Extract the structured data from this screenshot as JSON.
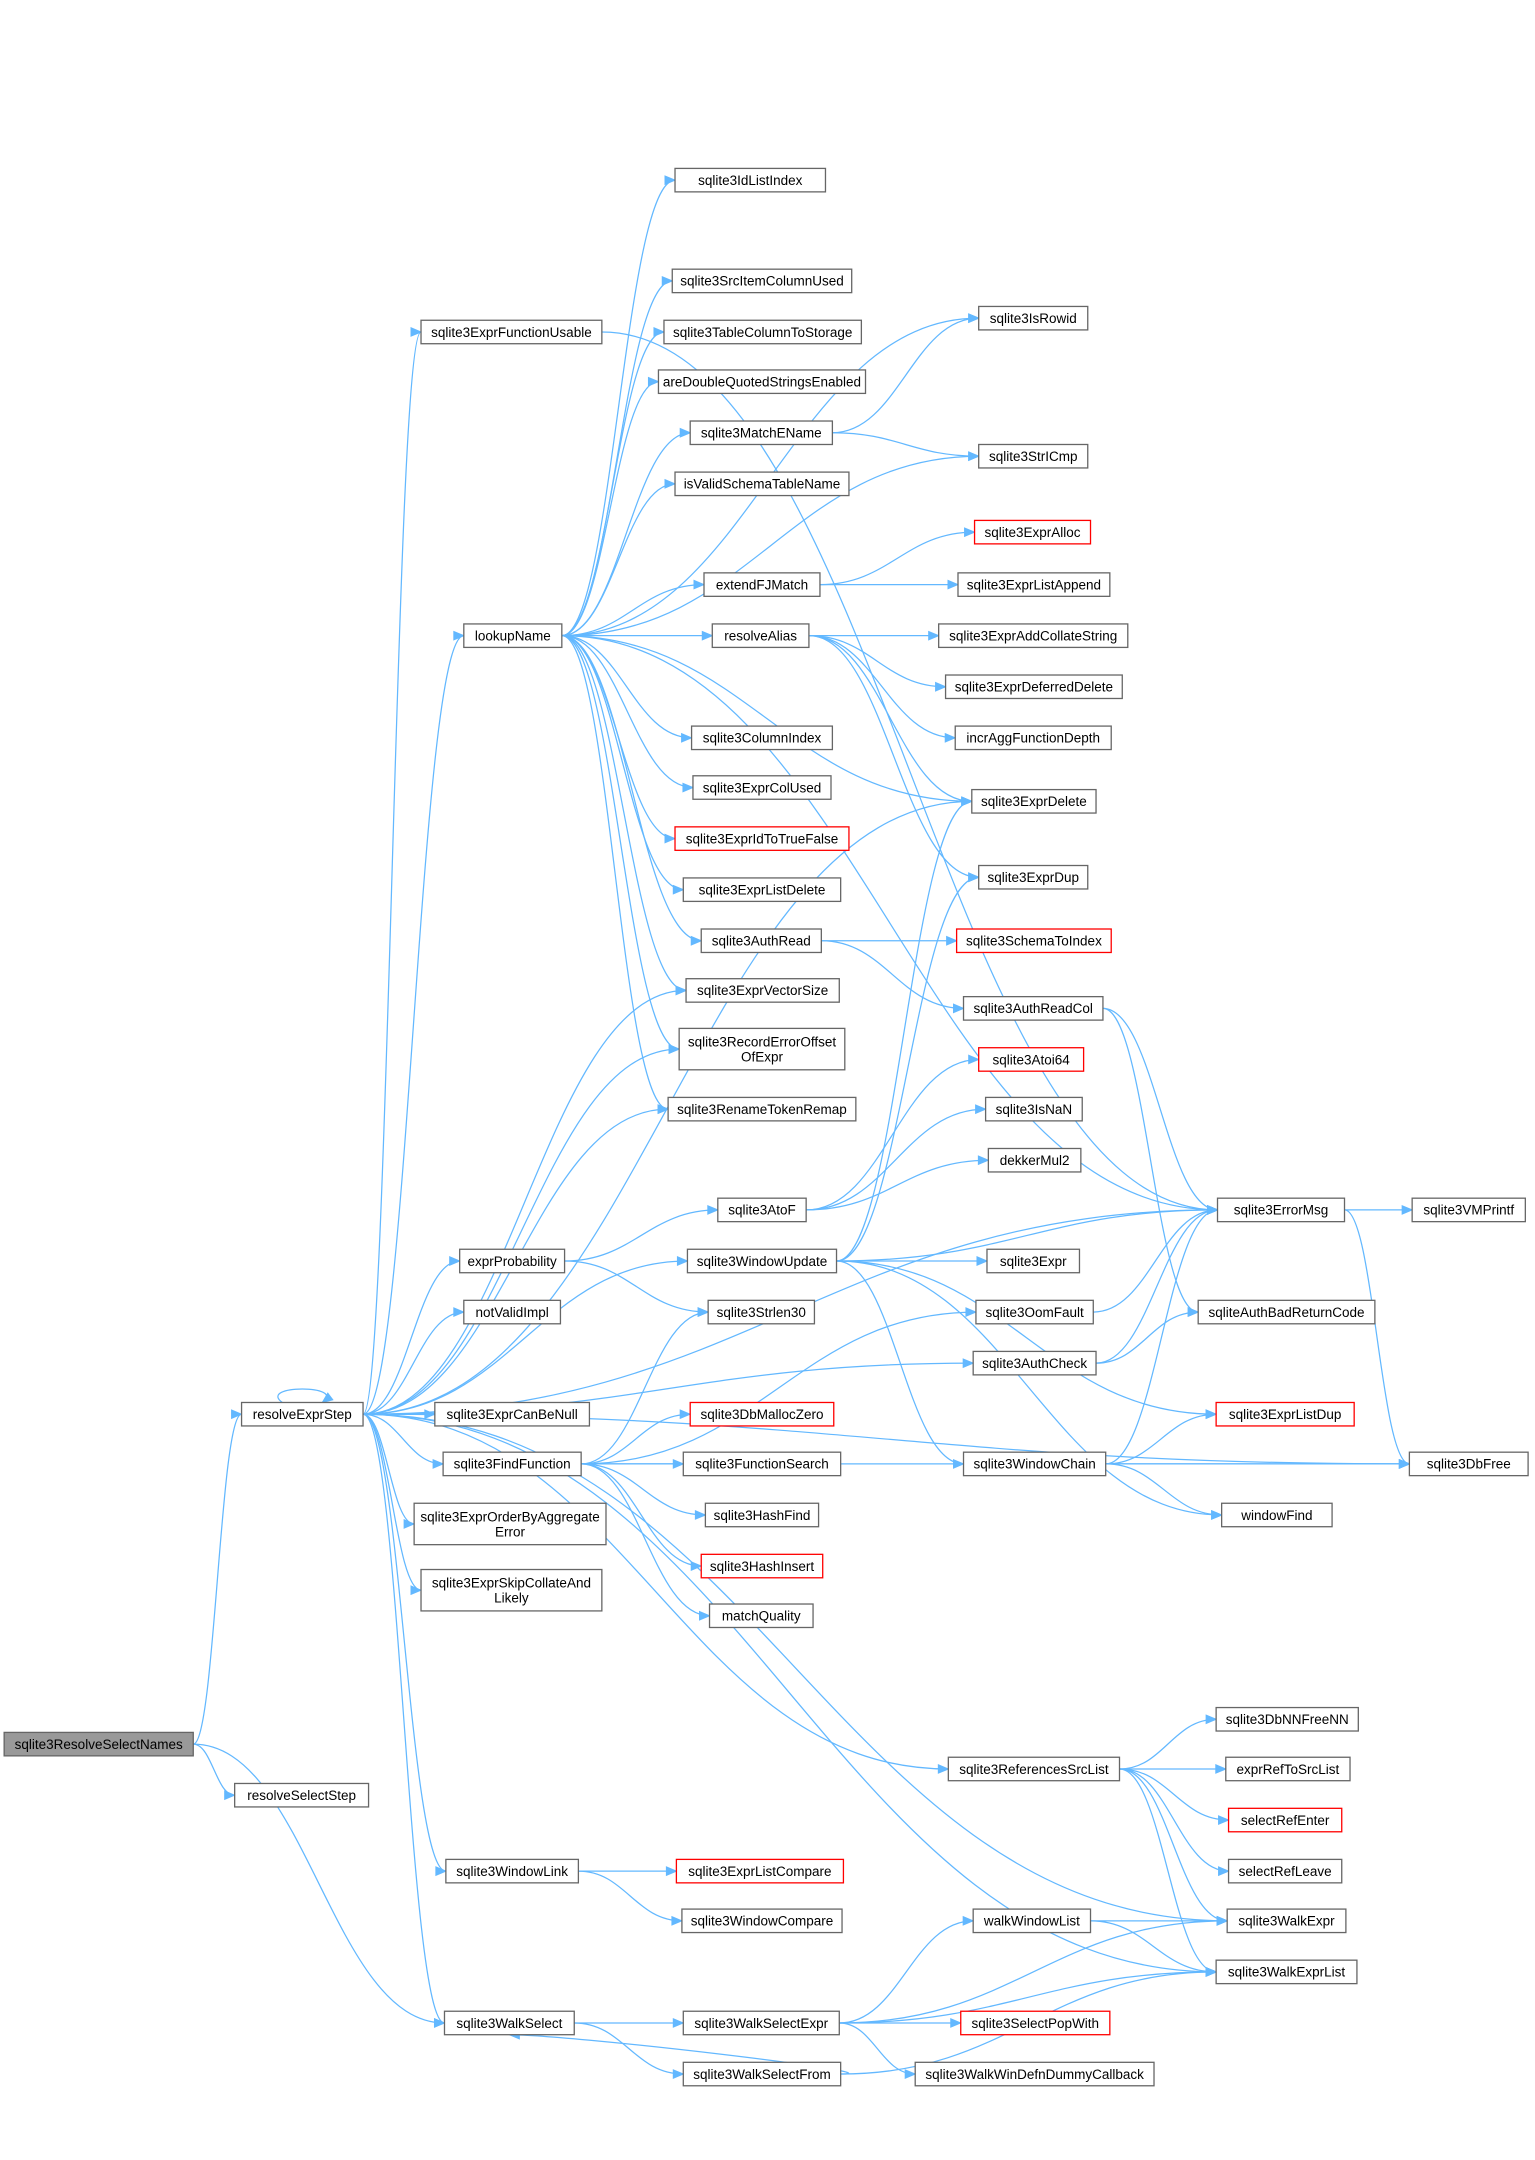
{
  "nodes": [
    {
      "id": "root",
      "label": [
        "sqlite3ResolveSelectNames"
      ],
      "style": "root"
    },
    {
      "id": "resolveSelectStep",
      "label": [
        "resolveSelectStep"
      ]
    },
    {
      "id": "resolveExprStep",
      "label": [
        "resolveExprStep"
      ]
    },
    {
      "id": "sqlite3ExprFunctionUsable",
      "label": [
        "sqlite3ExprFunctionUsable"
      ]
    },
    {
      "id": "lookupName",
      "label": [
        "lookupName"
      ]
    },
    {
      "id": "exprProbability",
      "label": [
        "exprProbability"
      ]
    },
    {
      "id": "notValidImpl",
      "label": [
        "notValidImpl"
      ]
    },
    {
      "id": "sqlite3ExprCanBeNull",
      "label": [
        "sqlite3ExprCanBeNull"
      ]
    },
    {
      "id": "sqlite3FindFunction",
      "label": [
        "sqlite3FindFunction"
      ]
    },
    {
      "id": "sqlite3ExprOrderByAggregateError",
      "label": [
        "sqlite3ExprOrderByAggregate",
        "Error"
      ]
    },
    {
      "id": "sqlite3ExprSkipCollateAndLikely",
      "label": [
        "sqlite3ExprSkipCollateAnd",
        "Likely"
      ]
    },
    {
      "id": "sqlite3WindowLink",
      "label": [
        "sqlite3WindowLink"
      ]
    },
    {
      "id": "sqlite3WalkSelect",
      "label": [
        "sqlite3WalkSelect"
      ]
    },
    {
      "id": "sqlite3IdListIndex",
      "label": [
        "sqlite3IdListIndex"
      ]
    },
    {
      "id": "sqlite3SrcItemColumnUsed",
      "label": [
        "sqlite3SrcItemColumnUsed"
      ]
    },
    {
      "id": "sqlite3TableColumnToStorage",
      "label": [
        "sqlite3TableColumnToStorage"
      ]
    },
    {
      "id": "areDoubleQuotedStringsEnabled",
      "label": [
        "areDoubleQuotedStringsEnabled"
      ]
    },
    {
      "id": "sqlite3MatchEName",
      "label": [
        "sqlite3MatchEName"
      ]
    },
    {
      "id": "isValidSchemaTableName",
      "label": [
        "isValidSchemaTableName"
      ]
    },
    {
      "id": "extendFJMatch",
      "label": [
        "extendFJMatch"
      ]
    },
    {
      "id": "resolveAlias",
      "label": [
        "resolveAlias"
      ]
    },
    {
      "id": "sqlite3ColumnIndex",
      "label": [
        "sqlite3ColumnIndex"
      ]
    },
    {
      "id": "sqlite3ExprColUsed",
      "label": [
        "sqlite3ExprColUsed"
      ]
    },
    {
      "id": "sqlite3ExprIdToTrueFalse",
      "label": [
        "sqlite3ExprIdToTrueFalse"
      ],
      "style": "red"
    },
    {
      "id": "sqlite3ExprListDelete",
      "label": [
        "sqlite3ExprListDelete"
      ]
    },
    {
      "id": "sqlite3AuthRead",
      "label": [
        "sqlite3AuthRead"
      ]
    },
    {
      "id": "sqlite3ExprVectorSize",
      "label": [
        "sqlite3ExprVectorSize"
      ]
    },
    {
      "id": "sqlite3RecordErrorOffsetOfExpr",
      "label": [
        "sqlite3RecordErrorOffset",
        "OfExpr"
      ]
    },
    {
      "id": "sqlite3RenameTokenRemap",
      "label": [
        "sqlite3RenameTokenRemap"
      ]
    },
    {
      "id": "sqlite3AtoF",
      "label": [
        "sqlite3AtoF"
      ]
    },
    {
      "id": "sqlite3WindowUpdate",
      "label": [
        "sqlite3WindowUpdate"
      ]
    },
    {
      "id": "sqlite3Strlen30",
      "label": [
        "sqlite3Strlen30"
      ]
    },
    {
      "id": "sqlite3DbMallocZero",
      "label": [
        "sqlite3DbMallocZero"
      ],
      "style": "red"
    },
    {
      "id": "sqlite3FunctionSearch",
      "label": [
        "sqlite3FunctionSearch"
      ]
    },
    {
      "id": "sqlite3HashFind",
      "label": [
        "sqlite3HashFind"
      ]
    },
    {
      "id": "sqlite3HashInsert",
      "label": [
        "sqlite3HashInsert"
      ],
      "style": "red"
    },
    {
      "id": "matchQuality",
      "label": [
        "matchQuality"
      ]
    },
    {
      "id": "sqlite3ReferencesSrcList",
      "label": [
        "sqlite3ReferencesSrcList"
      ]
    },
    {
      "id": "sqlite3ExprListCompare",
      "label": [
        "sqlite3ExprListCompare"
      ],
      "style": "red"
    },
    {
      "id": "sqlite3WindowCompare",
      "label": [
        "sqlite3WindowCompare"
      ]
    },
    {
      "id": "sqlite3WalkSelectExpr",
      "label": [
        "sqlite3WalkSelectExpr"
      ]
    },
    {
      "id": "sqlite3WalkSelectFrom",
      "label": [
        "sqlite3WalkSelectFrom"
      ]
    },
    {
      "id": "sqlite3IsRowid",
      "label": [
        "sqlite3IsRowid"
      ]
    },
    {
      "id": "sqlite3StrICmp",
      "label": [
        "sqlite3StrICmp"
      ]
    },
    {
      "id": "sqlite3ExprAlloc",
      "label": [
        "sqlite3ExprAlloc"
      ],
      "style": "red"
    },
    {
      "id": "sqlite3ExprListAppend",
      "label": [
        "sqlite3ExprListAppend"
      ]
    },
    {
      "id": "sqlite3ExprAddCollateString",
      "label": [
        "sqlite3ExprAddCollateString"
      ]
    },
    {
      "id": "sqlite3ExprDeferredDelete",
      "label": [
        "sqlite3ExprDeferredDelete"
      ]
    },
    {
      "id": "incrAggFunctionDepth",
      "label": [
        "incrAggFunctionDepth"
      ]
    },
    {
      "id": "sqlite3ExprDelete",
      "label": [
        "sqlite3ExprDelete"
      ]
    },
    {
      "id": "sqlite3ExprDup",
      "label": [
        "sqlite3ExprDup"
      ]
    },
    {
      "id": "sqlite3SchemaToIndex",
      "label": [
        "sqlite3SchemaToIndex"
      ],
      "style": "red"
    },
    {
      "id": "sqlite3AuthReadCol",
      "label": [
        "sqlite3AuthReadCol"
      ]
    },
    {
      "id": "sqlite3Atoi64",
      "label": [
        "sqlite3Atoi64"
      ],
      "style": "red"
    },
    {
      "id": "sqlite3IsNaN",
      "label": [
        "sqlite3IsNaN"
      ]
    },
    {
      "id": "dekkerMul2",
      "label": [
        "dekkerMul2"
      ]
    },
    {
      "id": "sqlite3Expr",
      "label": [
        "sqlite3Expr"
      ]
    },
    {
      "id": "sqlite3OomFault",
      "label": [
        "sqlite3OomFault"
      ]
    },
    {
      "id": "sqlite3AuthCheck",
      "label": [
        "sqlite3AuthCheck"
      ]
    },
    {
      "id": "sqlite3WindowChain",
      "label": [
        "sqlite3WindowChain"
      ]
    },
    {
      "id": "sqlite3ErrorMsg",
      "label": [
        "sqlite3ErrorMsg"
      ]
    },
    {
      "id": "sqliteAuthBadReturnCode",
      "label": [
        "sqliteAuthBadReturnCode"
      ]
    },
    {
      "id": "sqlite3ExprListDup",
      "label": [
        "sqlite3ExprListDup"
      ],
      "style": "red"
    },
    {
      "id": "windowFind",
      "label": [
        "windowFind"
      ]
    },
    {
      "id": "sqlite3VMPrintf",
      "label": [
        "sqlite3VMPrintf"
      ]
    },
    {
      "id": "sqlite3DbFree",
      "label": [
        "sqlite3DbFree"
      ]
    },
    {
      "id": "sqlite3DbNNFreeNN",
      "label": [
        "sqlite3DbNNFreeNN"
      ]
    },
    {
      "id": "exprRefToSrcList",
      "label": [
        "exprRefToSrcList"
      ]
    },
    {
      "id": "selectRefEnter",
      "label": [
        "selectRefEnter"
      ],
      "style": "red"
    },
    {
      "id": "selectRefLeave",
      "label": [
        "selectRefLeave"
      ]
    },
    {
      "id": "sqlite3WalkExpr",
      "label": [
        "sqlite3WalkExpr"
      ]
    },
    {
      "id": "sqlite3WalkExprList",
      "label": [
        "sqlite3WalkExprList"
      ]
    },
    {
      "id": "walkWindowList",
      "label": [
        "walkWindowList"
      ]
    },
    {
      "id": "sqlite3SelectPopWith",
      "label": [
        "sqlite3SelectPopWith"
      ],
      "style": "red"
    },
    {
      "id": "sqlite3WalkWinDefnDummyCallback",
      "label": [
        "sqlite3WalkWinDefnDummyCallback"
      ]
    }
  ],
  "edges": [
    [
      "root",
      "resolveExprStep"
    ],
    [
      "root",
      "resolveSelectStep"
    ],
    [
      "root",
      "sqlite3WalkSelect"
    ],
    [
      "resolveExprStep",
      "resolveExprStep"
    ],
    [
      "resolveExprStep",
      "sqlite3ExprFunctionUsable"
    ],
    [
      "resolveExprStep",
      "lookupName"
    ],
    [
      "resolveExprStep",
      "exprProbability"
    ],
    [
      "resolveExprStep",
      "notValidImpl"
    ],
    [
      "resolveExprStep",
      "sqlite3ExprCanBeNull"
    ],
    [
      "resolveExprStep",
      "sqlite3FindFunction"
    ],
    [
      "resolveExprStep",
      "sqlite3ExprOrderByAggregateError"
    ],
    [
      "resolveExprStep",
      "sqlite3ExprSkipCollateAndLikely"
    ],
    [
      "resolveExprStep",
      "sqlite3WindowLink"
    ],
    [
      "resolveExprStep",
      "sqlite3WalkSelect"
    ],
    [
      "resolveExprStep",
      "sqlite3ExprVectorSize"
    ],
    [
      "resolveExprStep",
      "sqlite3RecordErrorOffsetOfExpr"
    ],
    [
      "resolveExprStep",
      "sqlite3RenameTokenRemap"
    ],
    [
      "resolveExprStep",
      "sqlite3ExprDelete"
    ],
    [
      "resolveExprStep",
      "sqlite3WindowUpdate"
    ],
    [
      "resolveExprStep",
      "sqlite3AuthCheck"
    ],
    [
      "resolveExprStep",
      "sqlite3ErrorMsg"
    ],
    [
      "resolveExprStep",
      "sqlite3DbFree"
    ],
    [
      "resolveExprStep",
      "sqlite3ReferencesSrcList"
    ],
    [
      "resolveExprStep",
      "sqlite3WalkExpr"
    ],
    [
      "resolveExprStep",
      "sqlite3WalkExprList"
    ],
    [
      "sqlite3ExprFunctionUsable",
      "sqlite3ErrorMsg"
    ],
    [
      "lookupName",
      "sqlite3IdListIndex"
    ],
    [
      "lookupName",
      "sqlite3SrcItemColumnUsed"
    ],
    [
      "lookupName",
      "sqlite3TableColumnToStorage"
    ],
    [
      "lookupName",
      "areDoubleQuotedStringsEnabled"
    ],
    [
      "lookupName",
      "sqlite3MatchEName"
    ],
    [
      "lookupName",
      "isValidSchemaTableName"
    ],
    [
      "lookupName",
      "extendFJMatch"
    ],
    [
      "lookupName",
      "resolveAlias"
    ],
    [
      "lookupName",
      "sqlite3ColumnIndex"
    ],
    [
      "lookupName",
      "sqlite3ExprColUsed"
    ],
    [
      "lookupName",
      "sqlite3ExprIdToTrueFalse"
    ],
    [
      "lookupName",
      "sqlite3ExprListDelete"
    ],
    [
      "lookupName",
      "sqlite3AuthRead"
    ],
    [
      "lookupName",
      "sqlite3ExprVectorSize"
    ],
    [
      "lookupName",
      "sqlite3RecordErrorOffsetOfExpr"
    ],
    [
      "lookupName",
      "sqlite3RenameTokenRemap"
    ],
    [
      "lookupName",
      "sqlite3IsRowid"
    ],
    [
      "lookupName",
      "sqlite3StrICmp"
    ],
    [
      "lookupName",
      "sqlite3ExprDelete"
    ],
    [
      "lookupName",
      "sqlite3ErrorMsg"
    ],
    [
      "sqlite3MatchEName",
      "sqlite3IsRowid"
    ],
    [
      "sqlite3MatchEName",
      "sqlite3StrICmp"
    ],
    [
      "extendFJMatch",
      "sqlite3ExprAlloc"
    ],
    [
      "extendFJMatch",
      "sqlite3ExprListAppend"
    ],
    [
      "resolveAlias",
      "sqlite3ExprAddCollateString"
    ],
    [
      "resolveAlias",
      "sqlite3ExprDeferredDelete"
    ],
    [
      "resolveAlias",
      "incrAggFunctionDepth"
    ],
    [
      "resolveAlias",
      "sqlite3ExprDelete"
    ],
    [
      "resolveAlias",
      "sqlite3ExprDup"
    ],
    [
      "sqlite3AuthRead",
      "sqlite3SchemaToIndex"
    ],
    [
      "sqlite3AuthRead",
      "sqlite3AuthReadCol"
    ],
    [
      "sqlite3AuthReadCol",
      "sqlite3ErrorMsg"
    ],
    [
      "sqlite3AuthReadCol",
      "sqliteAuthBadReturnCode"
    ],
    [
      "exprProbability",
      "sqlite3AtoF"
    ],
    [
      "exprProbability",
      "sqlite3Strlen30"
    ],
    [
      "sqlite3AtoF",
      "sqlite3Atoi64"
    ],
    [
      "sqlite3AtoF",
      "sqlite3IsNaN"
    ],
    [
      "sqlite3AtoF",
      "dekkerMul2"
    ],
    [
      "sqlite3WindowUpdate",
      "sqlite3ErrorMsg"
    ],
    [
      "sqlite3WindowUpdate",
      "sqlite3Expr"
    ],
    [
      "sqlite3WindowUpdate",
      "sqlite3ExprDelete"
    ],
    [
      "sqlite3WindowUpdate",
      "sqlite3ExprDup"
    ],
    [
      "sqlite3WindowUpdate",
      "sqlite3ExprListDup"
    ],
    [
      "sqlite3WindowUpdate",
      "sqlite3WindowChain"
    ],
    [
      "sqlite3WindowUpdate",
      "windowFind"
    ],
    [
      "sqlite3FindFunction",
      "sqlite3Strlen30"
    ],
    [
      "sqlite3FindFunction",
      "sqlite3DbMallocZero"
    ],
    [
      "sqlite3FindFunction",
      "sqlite3FunctionSearch"
    ],
    [
      "sqlite3FindFunction",
      "sqlite3HashFind"
    ],
    [
      "sqlite3FindFunction",
      "sqlite3HashInsert"
    ],
    [
      "sqlite3FindFunction",
      "matchQuality"
    ],
    [
      "sqlite3FindFunction",
      "sqlite3OomFault"
    ],
    [
      "sqlite3FindFunction",
      "sqlite3DbFree"
    ],
    [
      "sqlite3OomFault",
      "sqlite3ErrorMsg"
    ],
    [
      "sqlite3AuthCheck",
      "sqlite3ErrorMsg"
    ],
    [
      "sqlite3AuthCheck",
      "sqliteAuthBadReturnCode"
    ],
    [
      "sqlite3WindowChain",
      "sqlite3ErrorMsg"
    ],
    [
      "sqlite3WindowChain",
      "sqlite3ExprListDup"
    ],
    [
      "sqlite3WindowChain",
      "sqlite3DbFree"
    ],
    [
      "sqlite3WindowChain",
      "windowFind"
    ],
    [
      "sqlite3ErrorMsg",
      "sqlite3VMPrintf"
    ],
    [
      "sqlite3ErrorMsg",
      "sqlite3DbFree"
    ],
    [
      "sqlite3ReferencesSrcList",
      "sqlite3DbNNFreeNN"
    ],
    [
      "sqlite3ReferencesSrcList",
      "exprRefToSrcList"
    ],
    [
      "sqlite3ReferencesSrcList",
      "selectRefEnter"
    ],
    [
      "sqlite3ReferencesSrcList",
      "selectRefLeave"
    ],
    [
      "sqlite3ReferencesSrcList",
      "sqlite3WalkExpr"
    ],
    [
      "sqlite3ReferencesSrcList",
      "sqlite3WalkExprList"
    ],
    [
      "sqlite3WindowLink",
      "sqlite3ExprListCompare"
    ],
    [
      "sqlite3WindowLink",
      "sqlite3WindowCompare"
    ],
    [
      "sqlite3WalkSelect",
      "sqlite3WalkSelectExpr"
    ],
    [
      "sqlite3WalkSelect",
      "sqlite3WalkSelectFrom"
    ],
    [
      "sqlite3WalkSelectExpr",
      "walkWindowList"
    ],
    [
      "sqlite3WalkSelectExpr",
      "sqlite3SelectPopWith"
    ],
    [
      "sqlite3WalkSelectExpr",
      "sqlite3WalkWinDefnDummyCallback"
    ],
    [
      "sqlite3WalkSelectExpr",
      "sqlite3WalkExpr"
    ],
    [
      "sqlite3WalkSelectExpr",
      "sqlite3WalkExprList"
    ],
    [
      "sqlite3WalkSelectFrom",
      "sqlite3WalkSelect"
    ],
    [
      "sqlite3WalkSelectFrom",
      "sqlite3WalkExprList"
    ],
    [
      "walkWindowList",
      "sqlite3WalkExpr"
    ],
    [
      "walkWindowList",
      "sqlite3WalkExprList"
    ]
  ]
}
